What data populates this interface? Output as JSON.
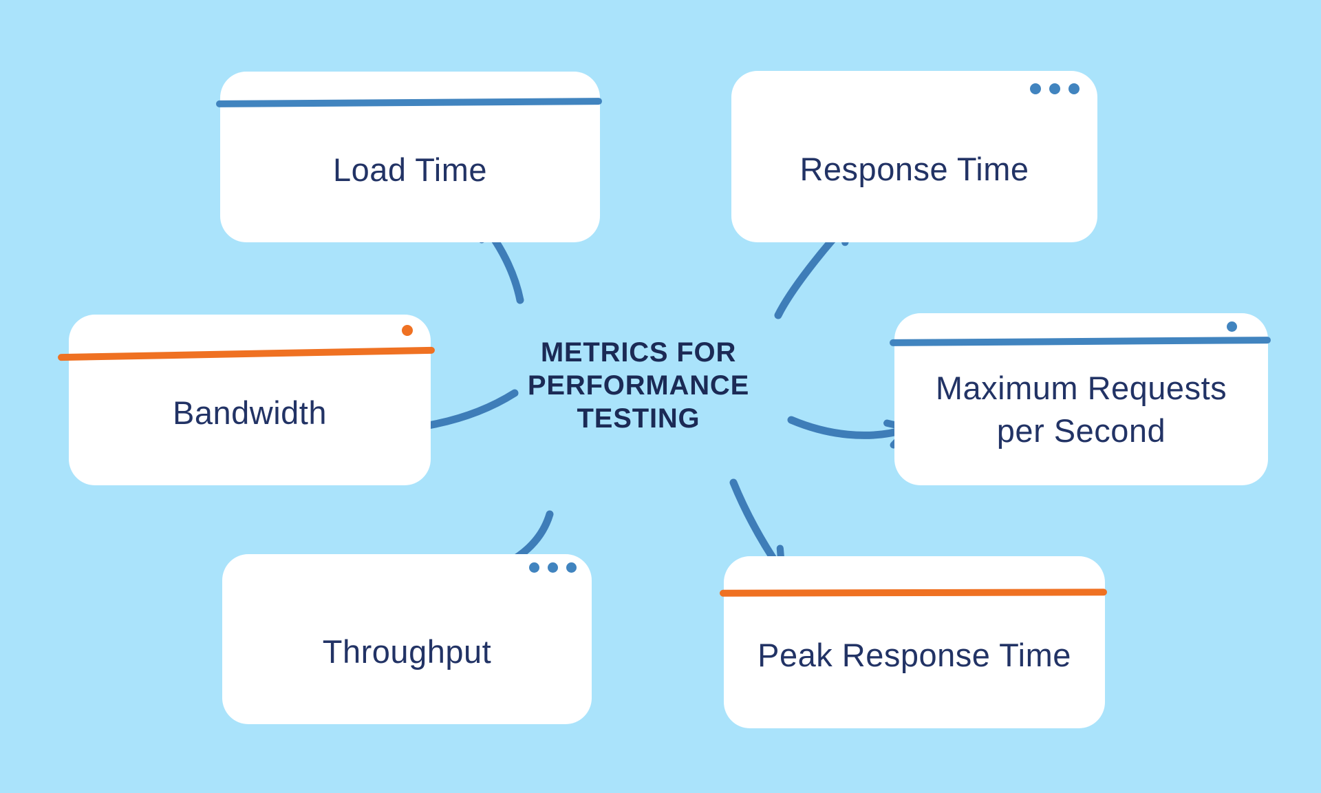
{
  "page": {
    "background": "#aae3fb"
  },
  "palette": {
    "accent_blue": "#4184bf",
    "accent_orange": "#ef7122",
    "arrow_blue": "#3e7db8",
    "label_navy": "#223365",
    "title_navy": "#1b2a55",
    "card_white": "#ffffff"
  },
  "center_title": {
    "line1": "METRICS FOR",
    "line2": "PERFORMANCE",
    "line3": "TESTING"
  },
  "nodes": [
    {
      "id": "load-time",
      "label": "Load Time",
      "accent": "blue-top-bar"
    },
    {
      "id": "response-time",
      "label": "Response Time",
      "accent": "three-blue-dots"
    },
    {
      "id": "bandwidth",
      "label": "Bandwidth",
      "accent": "orange-top-bar-with-orange-dot"
    },
    {
      "id": "maximum-requests-per-second",
      "label": "Maximum Requests per Second",
      "accent": "blue-top-bar-with-blue-dot"
    },
    {
      "id": "throughput",
      "label": "Throughput",
      "accent": "three-blue-dots"
    },
    {
      "id": "peak-response-time",
      "label": "Peak Response Time",
      "accent": "orange-top-bar"
    }
  ],
  "icons": {
    "window-dots-icon": "•••",
    "window-dot-icon": "•"
  }
}
